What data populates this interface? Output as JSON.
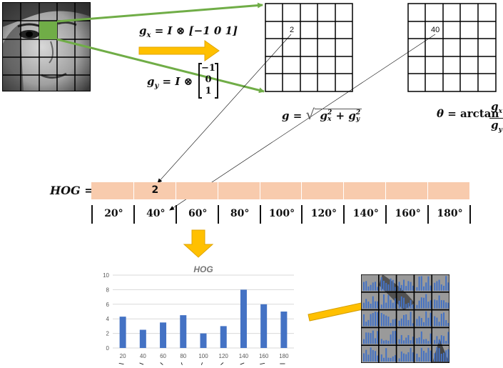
{
  "formulas": {
    "gx": {
      "lhs": "g",
      "lhs_sub": "x",
      "rhs": "= I ⊗ [−1 0 1]"
    },
    "gy": {
      "lhs": "g",
      "lhs_sub": "y",
      "rhs": "= I ⊗",
      "vector": [
        "−1",
        "0",
        "1"
      ]
    },
    "magnitude": {
      "lhs": "g",
      "eq": "=",
      "t1": "g",
      "t1_sup": "2",
      "t1_sub": "x",
      "plus": "+",
      "t2": "g",
      "t2_sup": "2",
      "t2_sub": "y"
    },
    "angle": {
      "lhs": "θ",
      "eq": "= arctan",
      "num": "g",
      "num_sub": "x",
      "den": "g",
      "den_sub": "y"
    }
  },
  "grids": {
    "magnitude_cell_value": "2",
    "angle_cell_value": "40"
  },
  "hog": {
    "label": "HOG =",
    "bins": [
      "20°",
      "40°",
      "60°",
      "80°",
      "100°",
      "120°",
      "140°",
      "160°",
      "180°"
    ],
    "filled_bin_index": 1,
    "filled_value": "2"
  },
  "colors": {
    "bar_fill": "#f8cbad",
    "green_patch": "#70ad47",
    "green_arrow": "#70ad47",
    "orange_arrow": "#ffc000",
    "chart_bar": "#4472c4"
  },
  "chart_data": {
    "type": "bar",
    "title": "HOG",
    "categories": [
      "20",
      "40",
      "60",
      "80",
      "100",
      "120",
      "140",
      "160",
      "180"
    ],
    "values": [
      4.3,
      2.5,
      3.5,
      4.5,
      2,
      3,
      8,
      6,
      5
    ],
    "ylim": [
      0,
      10
    ],
    "yticks": [
      "0",
      "2",
      "4",
      "6",
      "8",
      "10"
    ],
    "grid": true,
    "legend": "none",
    "xlabel": "",
    "ylabel": ""
  }
}
